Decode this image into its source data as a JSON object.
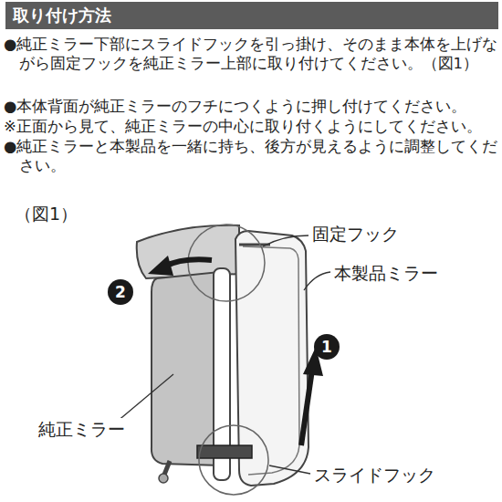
{
  "diagram": {
    "title": "取り付け方法",
    "labels": [
      "●純正ミラー下部にスライドフックを引っ掛け、そのまま本体を上げながら固定フックを純正ミラー上部に取り付けてください。（図1）",
      "●本体背面が純正ミラーのフチにつくように押し付けてください。",
      "※正面から見て、純正ミラーの中心に取り付くようにしてください。",
      "●純正ミラーと本製品を一緒に持ち、後方が見えるように調整してください。",
      "（図1）",
      "固定フック",
      "本製品ミラー",
      "純正ミラー",
      "スライドフック",
      "1",
      "2"
    ]
  }
}
